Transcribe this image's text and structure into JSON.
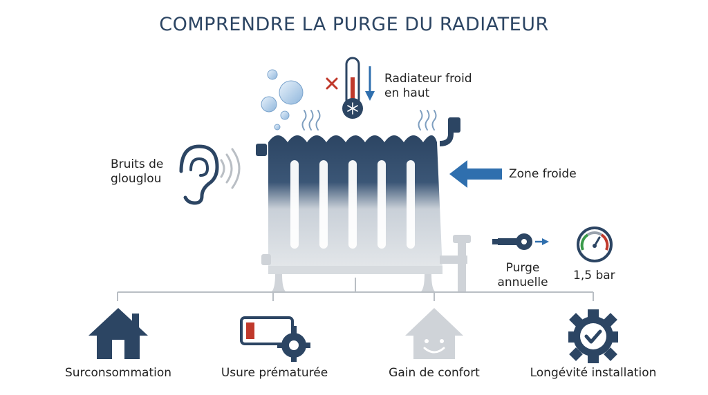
{
  "title": "COMPRENDRE LA PURGE DU RADIATEUR",
  "labels": {
    "cold_top_line1": "Radiateur froid",
    "cold_top_line2": "en haut",
    "noise_line1": "Bruits de",
    "noise_line2": "glouglou",
    "cold_zone": "Zone froide",
    "purge_line1": "Purge",
    "purge_line2": "annuelle",
    "pressure": "1,5 bar"
  },
  "bottom": [
    {
      "label": "Surconsommation",
      "icon": "house-icon"
    },
    {
      "label": "Usure prématurée",
      "icon": "battery-gear-icon"
    },
    {
      "label": "Gain de confort",
      "icon": "smiling-house-icon"
    },
    {
      "label": "Longévité installation",
      "icon": "gear-check-icon"
    }
  ],
  "colors": {
    "navy": "#2c4563",
    "arrow_blue": "#2f6fae",
    "red_x": "#c0392b",
    "gauge_green": "#3a9a4a",
    "gauge_red": "#c0392b",
    "gray": "#cfd3d8"
  }
}
